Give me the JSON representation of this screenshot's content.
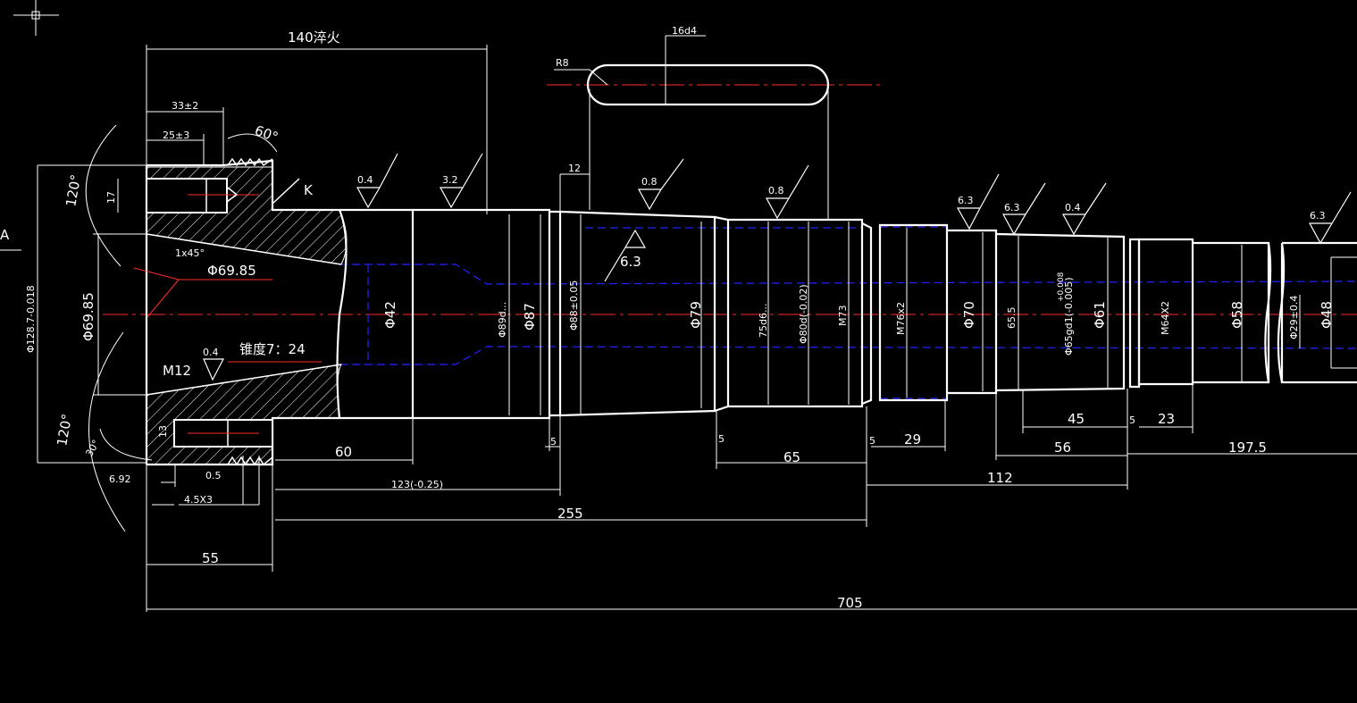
{
  "view_label": "A",
  "dims": {
    "d140": "140淬火",
    "d33": "33±2",
    "d25": "25±3",
    "d60deg": "60°",
    "d17": "17",
    "d120a": "120°",
    "d120b": "120°",
    "d30deg": "30°",
    "d128": "Φ128.7-0.018",
    "d6985v": "Φ69.85",
    "d6985h": "Φ69.85",
    "d1x45": "1x45°",
    "m12": "M12",
    "ra04a": "0.4",
    "taper": "锥度7：24",
    "d13": "13",
    "d692": "6.92",
    "d05": "0.5",
    "d45x3": "4.5X3",
    "d55": "55",
    "d60": "60",
    "d123": "123(-0.25)",
    "d255": "255",
    "d705": "705",
    "kmark": "K",
    "ra04b": "0.4",
    "ra32": "3.2",
    "d42": "Φ42",
    "d89": "Φ89d...",
    "d87": "Φ87",
    "d88": "Φ88±0.05",
    "d12": "12",
    "d5a": "5",
    "r8": "R8",
    "d16d4": "16d4",
    "ra08a": "0.8",
    "ra63a": "6.3",
    "d79": "Φ79",
    "d5b": "5",
    "ra08b": "0.8",
    "d75": "75d6...",
    "d80": "Φ80d(-0.02)",
    "m73": "M73",
    "d65": "65",
    "d5c": "5",
    "d29": "29",
    "m76": "M76x2",
    "d70": "Φ70",
    "ra63b": "6.3",
    "ra63c": "6.3",
    "d655": "65.5",
    "ra04c": "0.4",
    "d65gd": "Φ65gd1(-0.005)",
    "d65tol": "+0.008",
    "d61": "Φ61",
    "d112": "112",
    "d45": "45",
    "d5d": "5",
    "d56": "56",
    "m64": "M64X2",
    "d23": "23",
    "d58": "Φ58",
    "d1975": "197.5",
    "ra63d": "6.3",
    "d29b": "Φ29±0.4",
    "d48": "Φ48"
  },
  "colors": {
    "outline": "#ffffff",
    "centerline": "#ff2a2a",
    "hidden": "#2323ff",
    "dimension": "#ffffff",
    "hatch": "#ffffff"
  }
}
